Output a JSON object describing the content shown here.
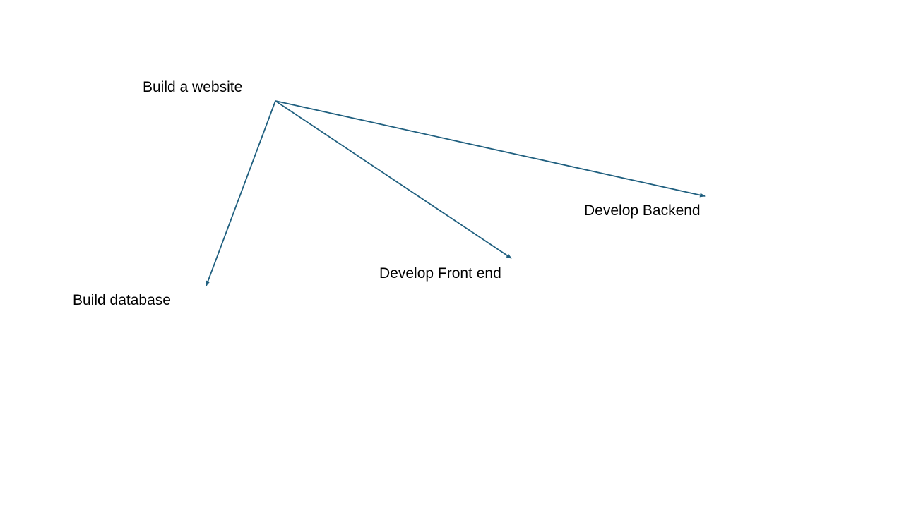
{
  "diagram": {
    "accent_color": "#1f5f7f",
    "root": {
      "label": "Build a website"
    },
    "children": [
      {
        "id": "backend",
        "label": "Develop Backend"
      },
      {
        "id": "frontend",
        "label": "Develop Front end"
      },
      {
        "id": "database",
        "label": "Build database"
      }
    ]
  }
}
